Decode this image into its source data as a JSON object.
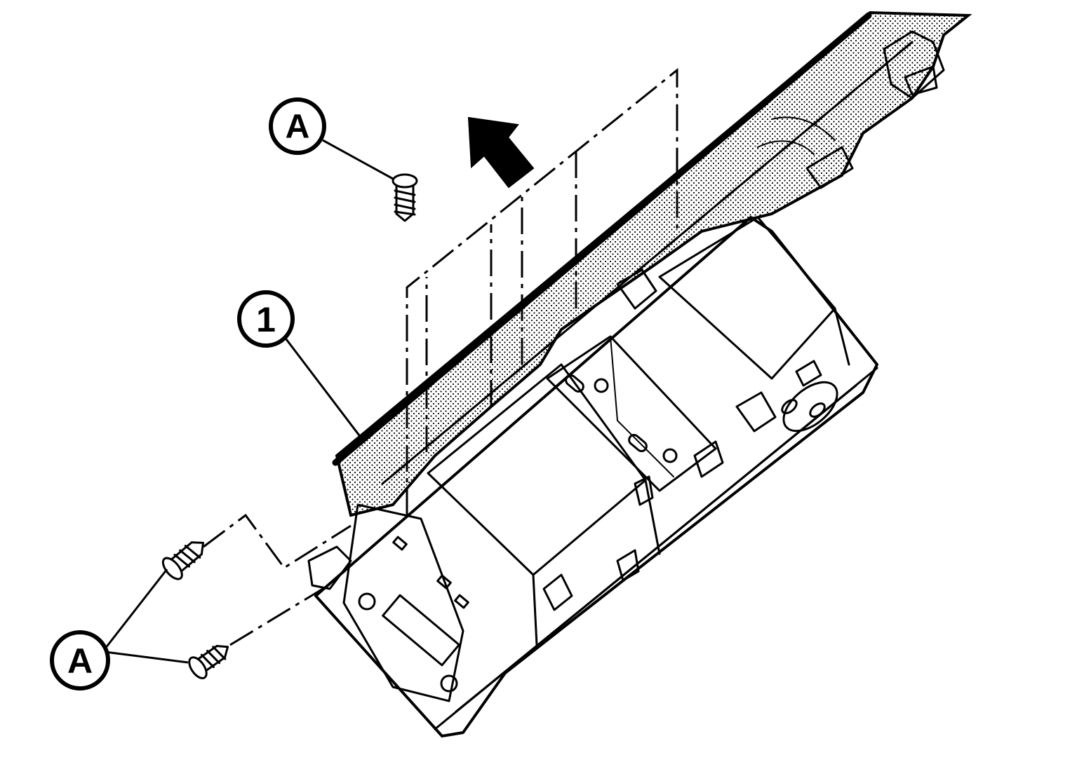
{
  "callouts": {
    "screw_top": "A",
    "part_1": "1",
    "screws_bottom": "A"
  },
  "colors": {
    "ink": "#000000",
    "paper": "#ffffff"
  },
  "icons": {
    "direction": "arrow-icon",
    "fastener": "screw-icon"
  }
}
